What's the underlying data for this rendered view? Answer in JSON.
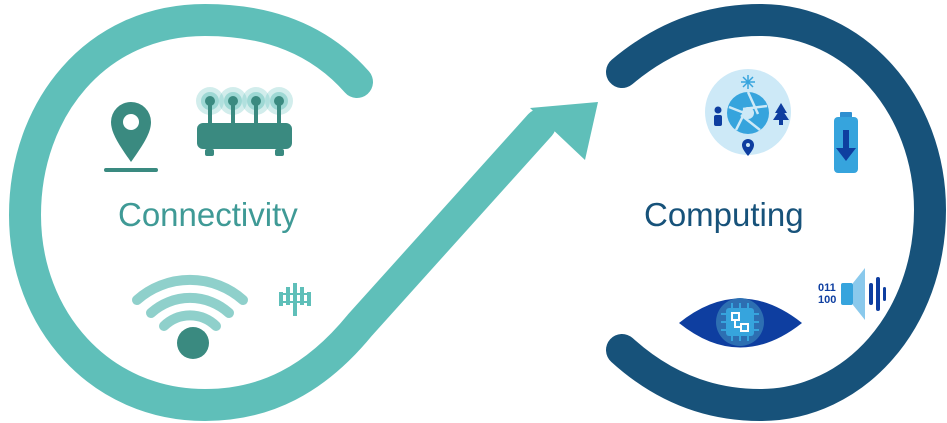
{
  "left": {
    "label": "Connectivity"
  },
  "right": {
    "label": "Computing"
  },
  "right_icons": {
    "binary_top": "011",
    "binary_bottom": "100"
  },
  "colors": {
    "teal": "#5fbfb9",
    "teal_dark": "#3a8a80",
    "navy": "#17527a",
    "blue_light": "#cde9f7",
    "blue_mid": "#36a4dd",
    "blue_deep": "#0e3ea0"
  },
  "icons": [
    "location-pin-icon",
    "router-icon",
    "wifi-icon",
    "antenna-icon",
    "camera-aperture-icon",
    "battery-download-icon",
    "vision-eye-icon",
    "audio-speaker-icon"
  ]
}
